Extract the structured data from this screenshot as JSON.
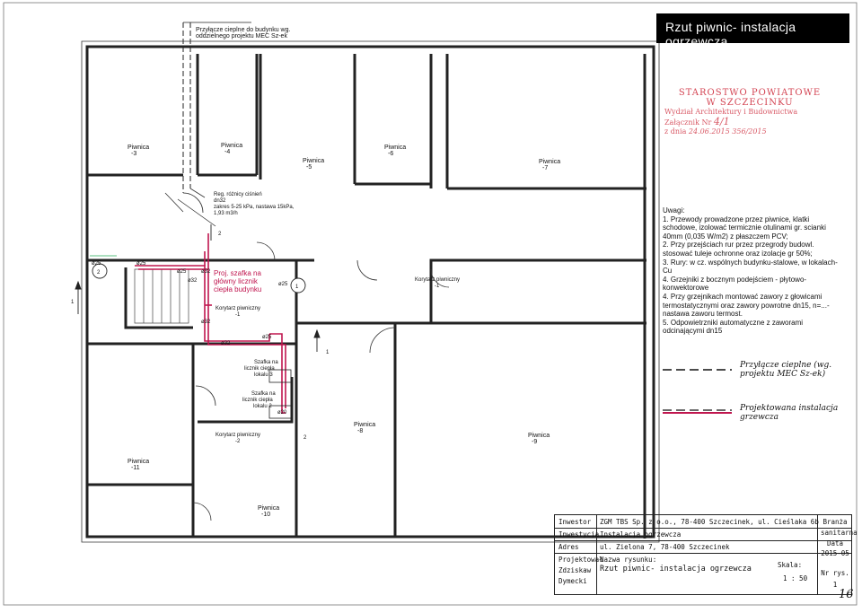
{
  "sheet": {
    "title": "Rzut piwnic- instalacja ogrzewcza",
    "top_note_1": "Przyłącze cieplne do budynku wg.",
    "top_note_2": "oddzielnego projektu MEC Sz-ek",
    "corner_mark": "Ǿ"
  },
  "rooms": {
    "r3": [
      "Piwnica",
      "-3"
    ],
    "r4": [
      "Piwnica",
      "-4"
    ],
    "r5": [
      "Piwnica",
      "-5"
    ],
    "r6": [
      "Piwnica",
      "-6"
    ],
    "r7": [
      "Piwnica",
      "-7"
    ],
    "r8": [
      "Piwnica",
      "-8"
    ],
    "r9": [
      "Piwnica",
      "-9"
    ],
    "r10": [
      "Piwnica",
      "-10"
    ],
    "r11": [
      "Piwnica",
      "-11"
    ],
    "k1a": [
      "Korytarz piwniczny",
      "-1"
    ],
    "k1b": [
      "Korytarz piwniczny",
      "-1"
    ],
    "k2": [
      "Korytarz piwniczny",
      "-2"
    ]
  },
  "annotations": {
    "reg1": "Reg. różnicy ciśnień",
    "reg2": "dn32",
    "reg3": "zakres 5-25 kPa, nastawa 15kPa,",
    "reg4": "1,93 m3/h",
    "proj1": "Proj. szafka na",
    "proj2": "główny licznik",
    "proj3": "ciepła budynku",
    "sz3a": "Szafka na",
    "sz3b": "licznik ciepła",
    "sz3c": "lokalu 3",
    "sz2a": "Szafka na",
    "sz2b": "licznik ciepła",
    "sz2c": "lokalu 2",
    "d25a": "ø25",
    "d25b": "ø25",
    "d25c": "ø25",
    "d25d": "ø25",
    "d25e": "ø25",
    "d32a": "ø32",
    "d32b": "ø32",
    "d32c": "ø32",
    "d32d": "ø32",
    "d20": "ø20",
    "n1": "1",
    "n2": "2",
    "n2b": "2",
    "n1b": "1",
    "c1": "1",
    "c2": "2"
  },
  "stamp": {
    "line1": "STAROSTWO POWIATOWE",
    "line2": "W SZCZECINKU",
    "line3": "Wydział Architektury i Budownictwa",
    "line4": "Załącznik Nr",
    "line4b": "4/1",
    "line5": "z dnia",
    "line5b": "24.06.2015",
    "line5c": "356/2015"
  },
  "notes": {
    "heading": "Uwagi:",
    "items": [
      "1. Przewody prowadzone przez piwnice, klatki schodowe, izolować termicznie otulinami gr. scianki 40mm (0,035 W/m2) z płaszczem PCV;",
      "2. Przy przejściach rur przez przegrody budowl. stosować tuleje ochronne oraz izolacje gr 50%;",
      "3. Rury: w cz. wspólnych budynku-stalowe, w lokalach- Cu",
      "4. Grzejniki z bocznym podejściem - płytowo-konwektorowe",
      "4. Przy grzejnikach montować zawory z głowicami termostatycznymi oraz zawory powrotne dn15, n=...-nastawa zaworu termost.",
      "5. Odpowietrzniki automatyczne z zaworami odcinającymi dn15"
    ]
  },
  "legend": {
    "item1": "Przyłącze cieplne (wg. projektu MEC Sz-ek)",
    "item2": "Projektowana instalacja grzewcza"
  },
  "title_block": {
    "inwestor_label": "Inwestor",
    "inwestor": "ZGM TBS Sp. z o.o., 78-400 Szczecinek, ul. Cieślaka 6b",
    "inwestycja_label": "Inwestycja",
    "inwestycja": "Instalacja ogrzewcza",
    "adres_label": "Adres",
    "adres": "ul. Zielona 7, 78-400 Szczecinek",
    "projektowal_label": "Projektował",
    "nazwa_label": "Nazwa rysunku:",
    "nazwa": "Rzut piwnic- instalacja ogrzewcza",
    "sprawdzil_label": "Zdziskaw",
    "dymecki": "Dymecki",
    "branza_label": "Branża",
    "branza": "sanitarna",
    "data_label": "Data",
    "data": "2015-05",
    "skala_label": "Skala:",
    "skala": "1 : 50",
    "nr_label": "Nr rys.",
    "nr": "1",
    "page_mark": "16"
  },
  "colors": {
    "pipe_red": "#c0164f",
    "stamp_red": "#c23333",
    "title_band": "#000000"
  }
}
